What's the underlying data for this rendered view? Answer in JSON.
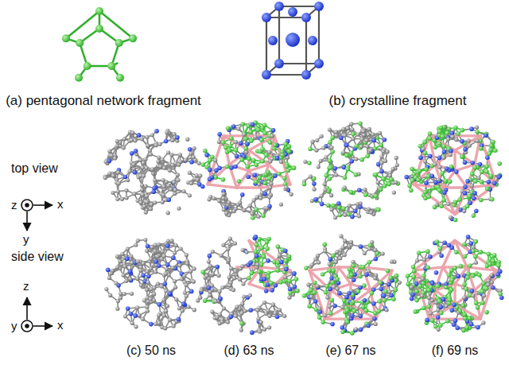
{
  "diagram": {
    "labels": [
      "(a) pentagonal network fragment",
      "(b) crystalline fragment",
      "top view",
      "z",
      "x",
      "y",
      "side view",
      "z",
      "x",
      "y",
      "(c) 50 ns",
      "(d) 63 ns",
      "(e) 67 ns",
      "(f) 69 ns"
    ]
  }
}
